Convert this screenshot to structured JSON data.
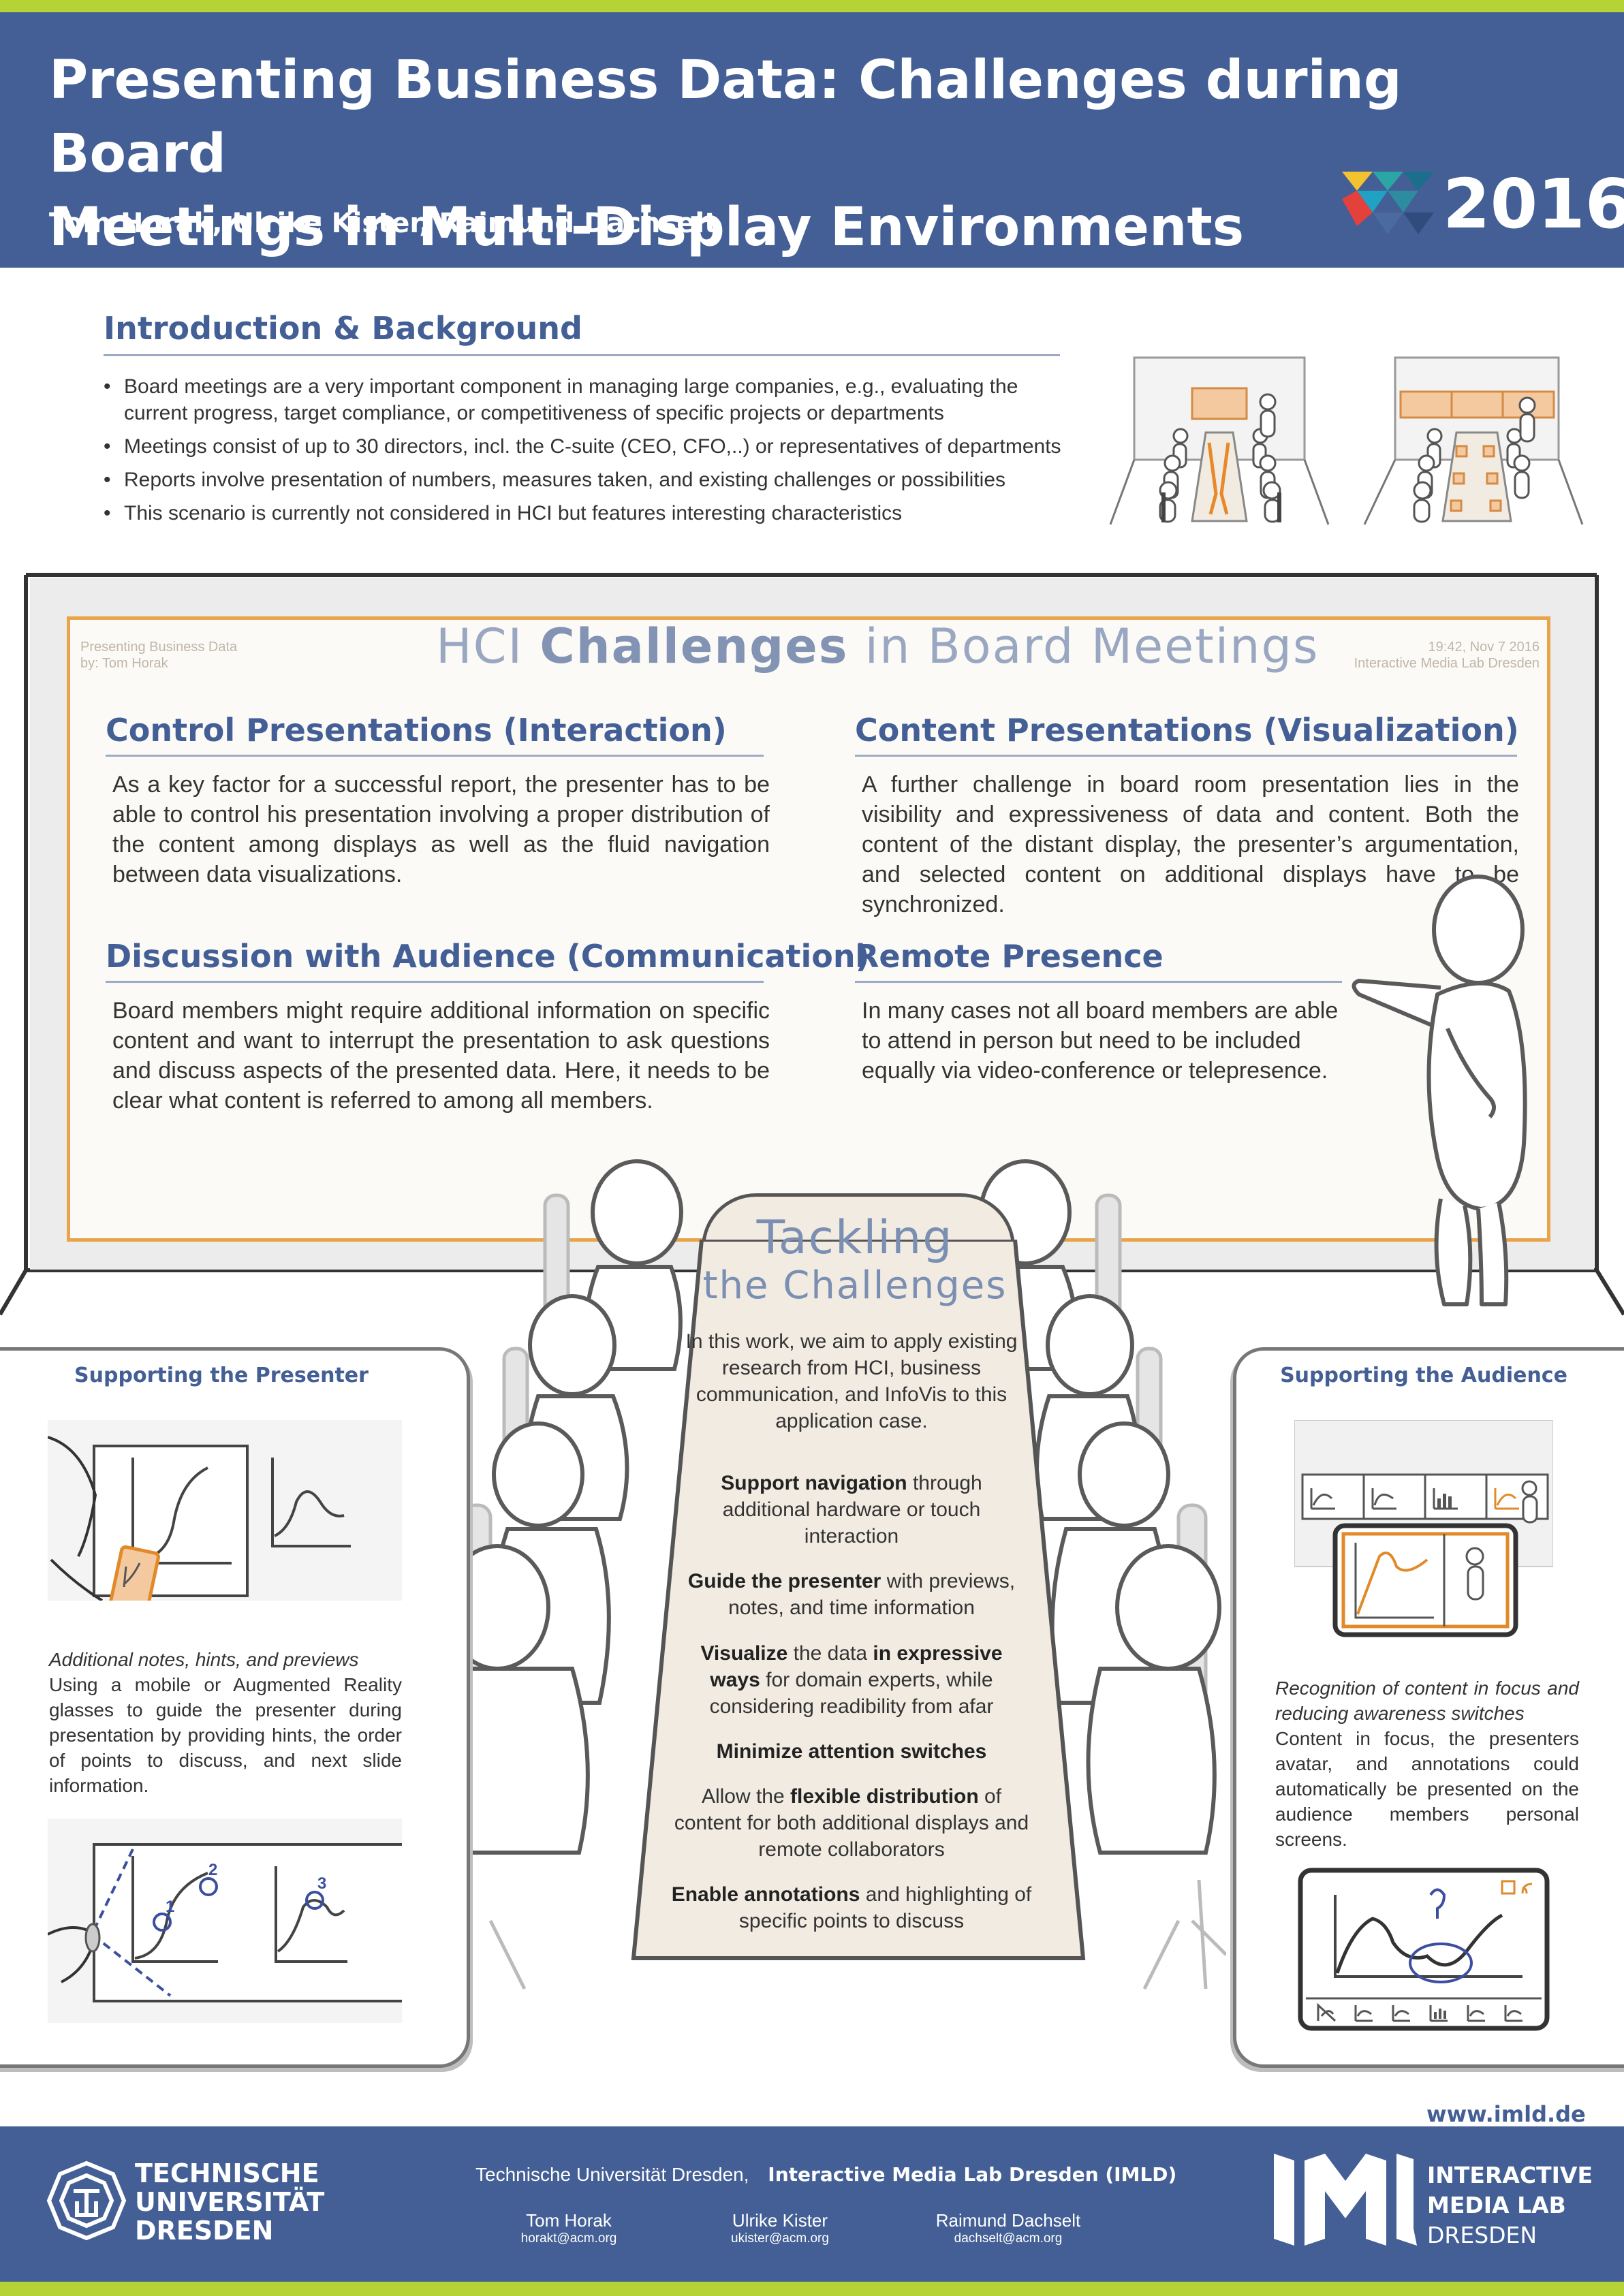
{
  "header": {
    "title_line1": "Presenting Business Data: Challenges during Board",
    "title_line2": "Meetings in Multi-Display Environments",
    "authors": "Tom Horak, Ulrike Kister, Raimund Dachselt",
    "year": "2016"
  },
  "intro": {
    "title": "Introduction & Background",
    "bullets": [
      "Board meetings are a very important component in managing large companies, e.g., evaluating the current progress, target compliance, or competitiveness of specific projects or departments",
      "Meetings consist of up to 30 directors, incl. the C-suite (CEO, CFO,..) or representatives of departments",
      "Reports involve presentation of numbers, measures taken, and existing challenges or possibilities",
      "This scenario is currently not considered in HCI but features interesting characteristics"
    ]
  },
  "board": {
    "corner_left_1": "Presenting Business Data",
    "corner_left_2": "by: Tom Horak",
    "title_pre": "HCI ",
    "title_bold": "Challenges",
    "title_post": "  in Board Meetings",
    "corner_right_1": "19:42, Nov 7 2016",
    "corner_right_2": "Interactive Media Lab  Dresden",
    "sections": [
      {
        "title": "Control Presentations (Interaction)",
        "text": "As a key factor for a successful report, the presenter has to be able to control his presentation involving a proper distribution of the content among displays as well as the fluid navigation between data visualizations."
      },
      {
        "title": "Content Presentations (Visualization)",
        "text": "A further challenge in board room presentation lies in the visibility and expressiveness of data and content. Both the content of the distant display, the presenter’s argumentation, and selected content on additional displays have to be synchronized."
      },
      {
        "title": "Discussion with Audience (Communication)",
        "text": "Board members might require additional information on specific content and want to interrupt the presentation to ask questions and discuss aspects of the presented data. Here, it needs to be clear what content is referred to among all members."
      },
      {
        "title": "Remote Presence",
        "text": "In many cases not all board members are able to attend in person but need to be included equally via video-conference or telepresence."
      }
    ]
  },
  "tackling": {
    "title1": "Tackling",
    "title2": "the Challenges",
    "intro": "In this work, we aim to apply existing research from HCI, business communication, and InfoVis to this application case.",
    "p1_b": "Support navigation",
    "p1_t": " through additional hardware or touch interaction",
    "p2_b": "Guide the presenter",
    "p2_t": " with previews, notes, and time information",
    "p3_b1": "Visualize",
    "p3_t1": " the data ",
    "p3_b2": "in expressive ways",
    "p3_t2": " for domain experts, while considering readibility from afar",
    "p4_b": "Minimize attention switches",
    "p5_t1": "Allow the ",
    "p5_b": "flexible distribution",
    "p5_t2": " of content for both additional displays and remote collaborators",
    "p6_b": "Enable annotations",
    "p6_t": " and highlighting of specific points to discuss"
  },
  "presenter": {
    "title": "Supporting the Presenter",
    "italic": "Additional notes, hints, and previews",
    "text": "Using a mobile or Augmented Reality glasses to guide the presenter during presentation by providing hints, the order of points to discuss, and next slide information.",
    "marker_1": "1",
    "marker_2": "2",
    "marker_3": "3"
  },
  "audience": {
    "title": "Supporting the Audience",
    "italic": "Recognition of content in focus and reducing awareness switches",
    "text": "Content in focus, the presenters avatar, and annotations could automatically be presented on the audience members personal screens."
  },
  "footer": {
    "url": "www.imld.de",
    "tu_1": "TECHNISCHE",
    "tu_2": "UNIVERSITÄT",
    "tu_3": "DRESDEN",
    "inst_plain": "Technische Universität Dresden,",
    "inst_bold": "Interactive Media Lab Dresden (IMLD)",
    "people": [
      {
        "name": "Tom Horak",
        "email": "horakt@acm.org"
      },
      {
        "name": "Ulrike Kister",
        "email": "ukister@acm.org"
      },
      {
        "name": "Raimund Dachselt",
        "email": "dachselt@acm.org"
      }
    ],
    "imld_1": "INTERACTIVE",
    "imld_2": "MEDIA LAB",
    "imld_3": "DRESDEN"
  },
  "colors": {
    "primary_blue": "#435f95",
    "accent_green": "#b5d334",
    "accent_orange": "#e9a449"
  }
}
